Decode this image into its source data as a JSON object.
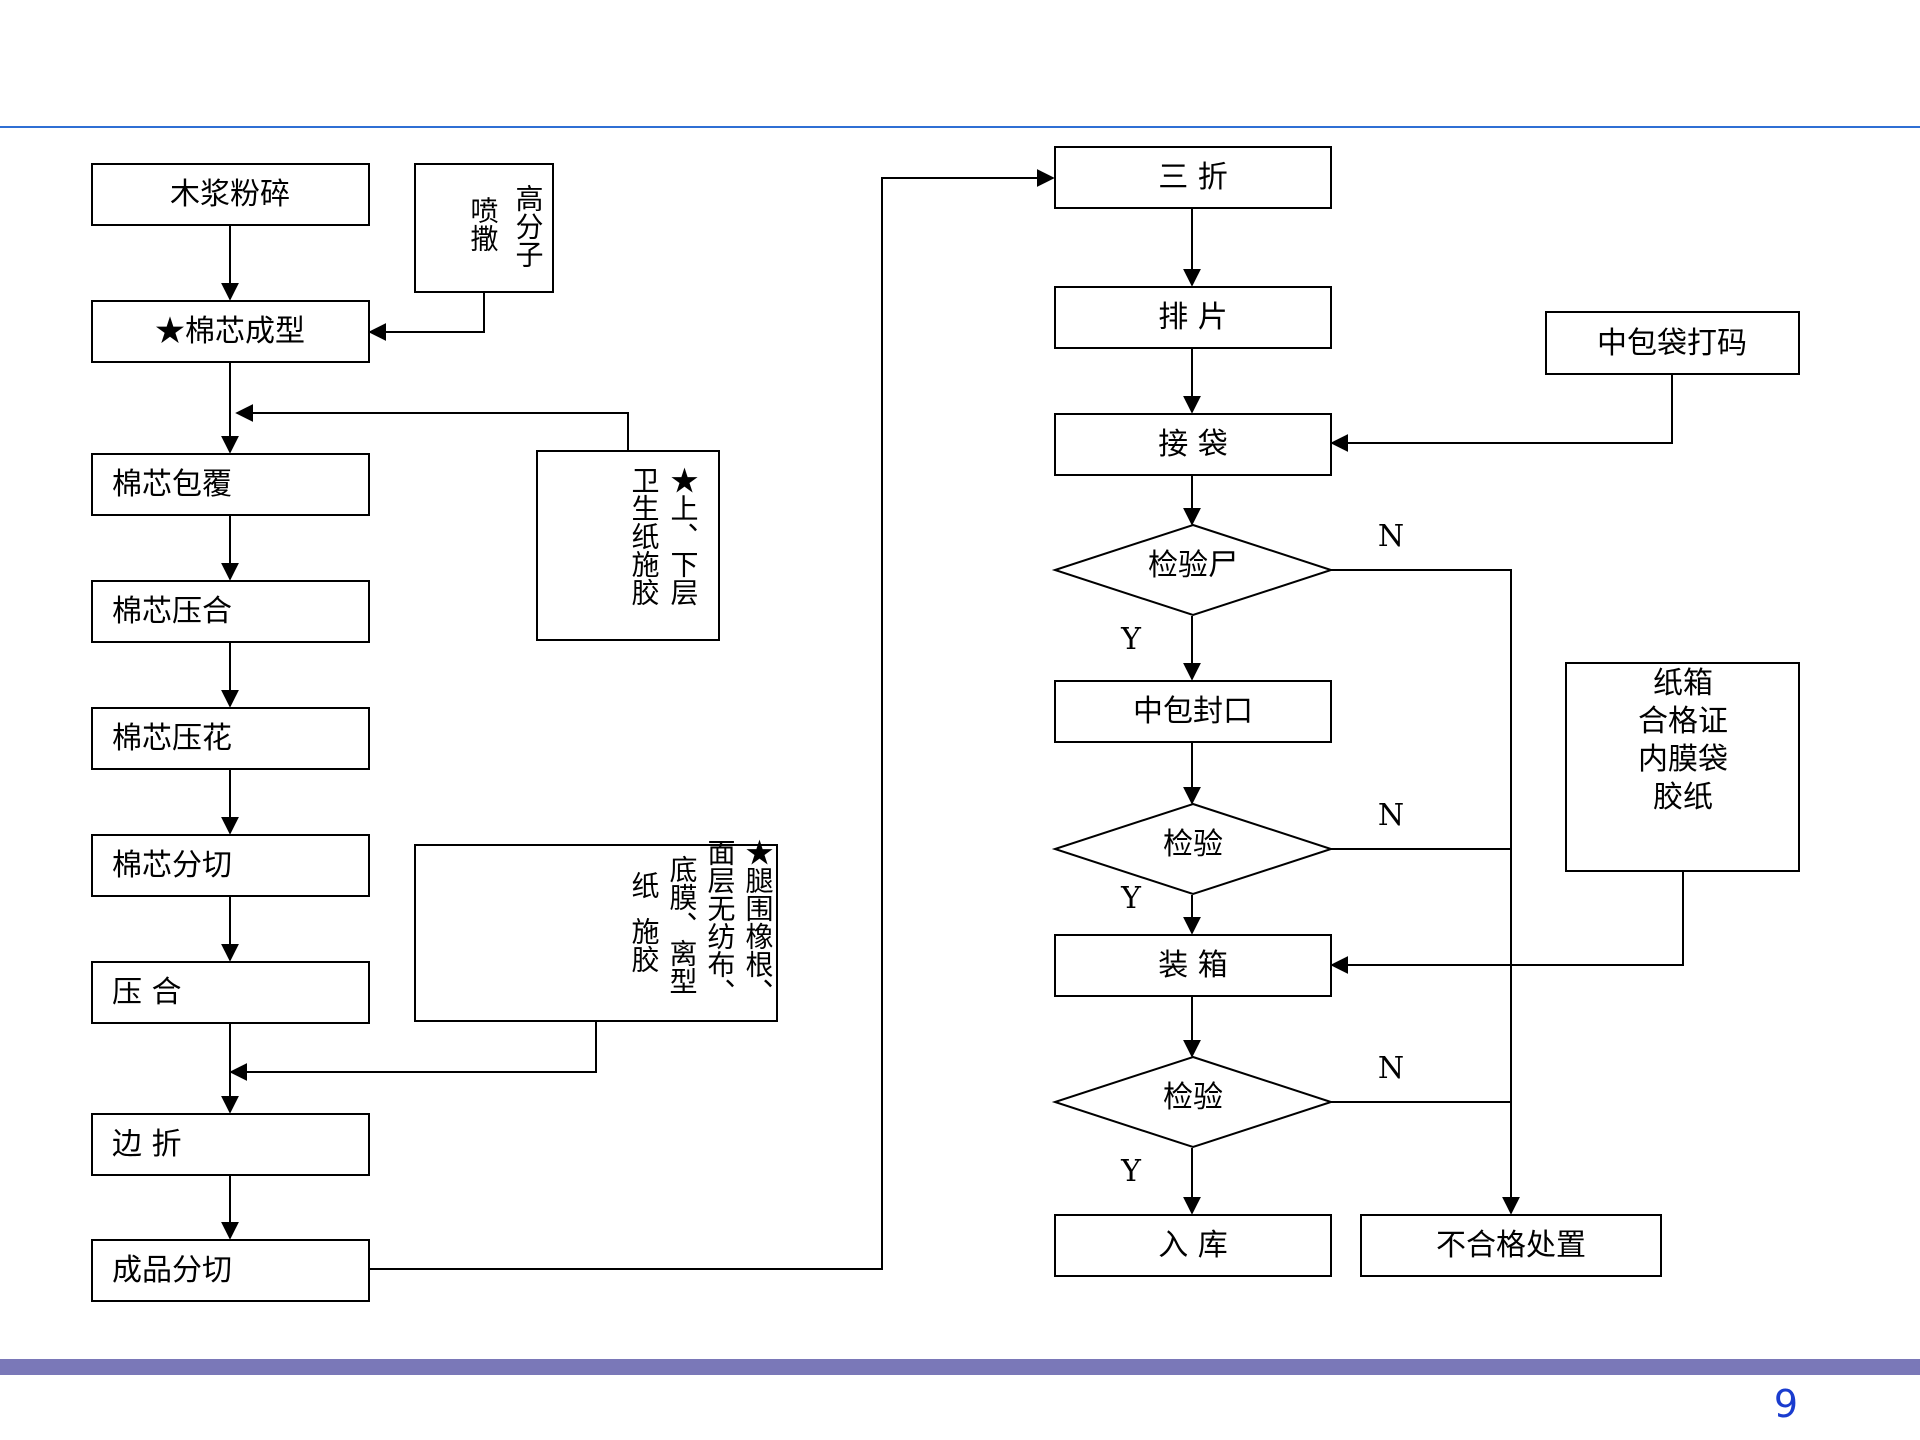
{
  "page": {
    "number": "9"
  },
  "left_column": [
    {
      "id": "wood-pulp",
      "label": "木浆粉碎"
    },
    {
      "id": "core-forming",
      "label": "★棉芯成型"
    },
    {
      "id": "core-wrapping",
      "label": "棉芯包覆"
    },
    {
      "id": "core-pressing",
      "label": "棉芯压合"
    },
    {
      "id": "core-embossing",
      "label": "棉芯压花"
    },
    {
      "id": "core-cutting",
      "label": "棉芯分切"
    },
    {
      "id": "pressing",
      "label": "压 合"
    },
    {
      "id": "edge-folding",
      "label": "边 折"
    },
    {
      "id": "product-cutting",
      "label": "成品分切"
    }
  ],
  "side_inputs": {
    "polymer": {
      "lines": [
        "高分子",
        "喷撒"
      ]
    },
    "tissue_glue": {
      "lines": [
        "★上、下层",
        "卫生纸施胶"
      ]
    },
    "leg_cuff": {
      "lines": [
        "★腿围橡根、",
        "面层无纺布、",
        "底膜、离型",
        "纸  施胶"
      ]
    }
  },
  "right_column": [
    {
      "id": "tri-fold",
      "label": "三 折"
    },
    {
      "id": "arranging",
      "label": "排 片"
    },
    {
      "id": "bagging",
      "label": "接 袋"
    },
    {
      "id": "inspect-1",
      "label": "检验尸"
    },
    {
      "id": "bag-sealing",
      "label": "中包封口"
    },
    {
      "id": "inspect-2",
      "label": "检验"
    },
    {
      "id": "boxing",
      "label": "装 箱"
    },
    {
      "id": "inspect-3",
      "label": "检验"
    },
    {
      "id": "warehousing",
      "label": "入 库"
    }
  ],
  "bag_coding": {
    "label": "中包袋打码"
  },
  "box_materials": {
    "lines": [
      "纸箱",
      "合格证",
      "内膜袋",
      "胶纸"
    ]
  },
  "reject": {
    "label": "不合格处置"
  },
  "decision_labels": {
    "yes": "Y",
    "no": "N"
  },
  "colors": {
    "accent_rule": "#2f6fd4",
    "footer_band": "#7a78b8",
    "page_number": "#1a3ccf"
  }
}
